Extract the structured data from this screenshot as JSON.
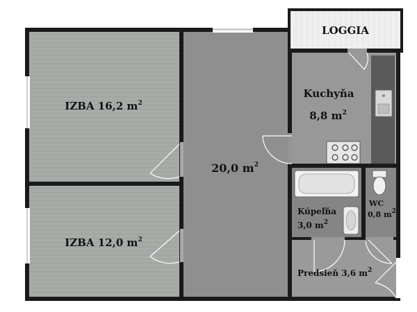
{
  "rooms": {
    "loggia": {
      "name": "LOGGIA"
    },
    "room1": {
      "name": "IZBA 16,2 m",
      "unit_exp": "2"
    },
    "room2": {
      "name": "IZBA 12,0 m",
      "unit_exp": "2"
    },
    "living": {
      "name": "20,0 m",
      "unit_exp": "2"
    },
    "kitchen": {
      "name": "Kuchyňa",
      "area": "8,8 m",
      "unit_exp": "2"
    },
    "bathroom": {
      "name": "Kúpeľňa",
      "area": "3,0 m",
      "unit_exp": "2"
    },
    "wc": {
      "name": "WC",
      "area": "0,8 m",
      "unit_exp": "2"
    },
    "hall": {
      "name": "Predsieň 3,6 m",
      "unit_exp": "2"
    }
  },
  "colors": {
    "wall": "#1a1a1a",
    "wood_floor": "#a8aca8",
    "tile_floor": "#8c8c8c",
    "kitchen_floor": "#979797",
    "hall_floor": "#9a9a9a",
    "loggia_floor": "#f2f2f2",
    "counter": "#5b5b5b"
  }
}
